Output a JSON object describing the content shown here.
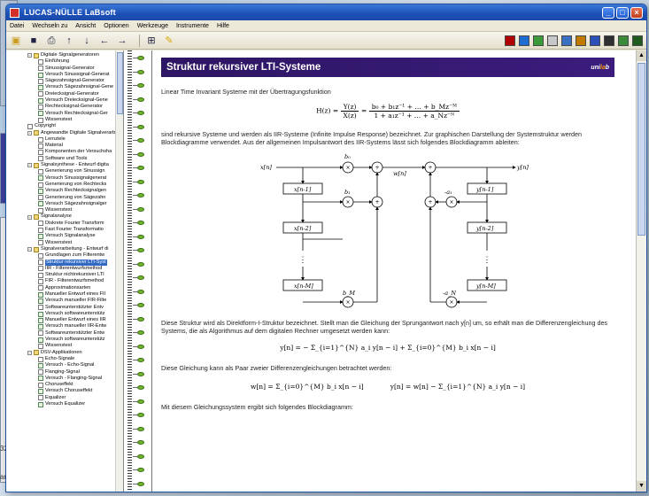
{
  "window": {
    "title": "LUCAS-NÜLLE LaBsoft"
  },
  "menu": [
    "Datei",
    "Wechseln zu",
    "Ansicht",
    "Optionen",
    "Werkzeuge",
    "Instrumente",
    "Hilfe"
  ],
  "toolbar": {
    "left_icons": [
      "folder-icon",
      "save-icon",
      "print-icon",
      "up-icon",
      "down-icon",
      "back-icon",
      "forward-icon",
      "tree-icon",
      "pen-icon"
    ],
    "right_colors": [
      "#b00000",
      "#1f6bd0",
      "#3a9a3a",
      "#c8c8c8",
      "#3a70c0",
      "#c07a00",
      "#2a4fb5",
      "#2f2f2f",
      "#3a8a3a",
      "#1f5a1f"
    ]
  },
  "tree": [
    {
      "level": 0,
      "type": "folder",
      "text": "Digitale Signalgeneratoren",
      "exp": "−"
    },
    {
      "level": 1,
      "type": "page",
      "text": "Einführung"
    },
    {
      "level": 1,
      "type": "page",
      "text": "Sinussignal-Generator"
    },
    {
      "level": 1,
      "type": "check",
      "text": "Versuch Sinussignal-Generat"
    },
    {
      "level": 1,
      "type": "page",
      "text": "Sägezahnsignal-Generator"
    },
    {
      "level": 1,
      "type": "check",
      "text": "Versuch Sägezahnsignal-Gene"
    },
    {
      "level": 1,
      "type": "page",
      "text": "Dreiecksignal-Generator"
    },
    {
      "level": 1,
      "type": "check",
      "text": "Versuch Dreiecksignal-Gene"
    },
    {
      "level": 1,
      "type": "page",
      "text": "Rechtecksignal-Generator"
    },
    {
      "level": 1,
      "type": "check",
      "text": "Versuch Rechtecksignal-Ger"
    },
    {
      "level": 1,
      "type": "page",
      "text": "Wissenstest"
    },
    {
      "level": 0,
      "type": "page",
      "text": "Copyright"
    },
    {
      "level": 0,
      "type": "folder",
      "text": "Angewandte Digitale Signalverarbe",
      "exp": "−"
    },
    {
      "level": 1,
      "type": "page",
      "text": "Lernziele"
    },
    {
      "level": 1,
      "type": "page",
      "text": "Material"
    },
    {
      "level": 1,
      "type": "page",
      "text": "Komponenten der Versuchsha"
    },
    {
      "level": 1,
      "type": "page",
      "text": "Software und Tools"
    },
    {
      "level": 0,
      "type": "folder",
      "text": "Signalsynthese - Entwurf digita",
      "exp": "−"
    },
    {
      "level": 1,
      "type": "page",
      "text": "Generierung von Sinussign"
    },
    {
      "level": 1,
      "type": "check",
      "text": "Versuch Sinussignalgenerat"
    },
    {
      "level": 1,
      "type": "page",
      "text": "Generierung von Rechtecks"
    },
    {
      "level": 1,
      "type": "check",
      "text": "Versuch Rechtecksignalgen"
    },
    {
      "level": 1,
      "type": "page",
      "text": "Generierung von Sägezahn"
    },
    {
      "level": 1,
      "type": "check",
      "text": "Versuch Sägezahnsignalger"
    },
    {
      "level": 1,
      "type": "page",
      "text": "Wissenstest"
    },
    {
      "level": 0,
      "type": "folder",
      "text": "Signalanalyse",
      "exp": "−"
    },
    {
      "level": 1,
      "type": "page",
      "text": "Diskrete Fourier Transform"
    },
    {
      "level": 1,
      "type": "page",
      "text": "Fast Fourier Transformatio"
    },
    {
      "level": 1,
      "type": "check",
      "text": "Versuch Signalanalyse"
    },
    {
      "level": 1,
      "type": "page",
      "text": "Wissenstest"
    },
    {
      "level": 0,
      "type": "folder",
      "text": "Signalverarbeitung - Entwurf di",
      "exp": "−"
    },
    {
      "level": 1,
      "type": "page",
      "text": "Grundlagen zum Filterentw"
    },
    {
      "level": 1,
      "type": "page",
      "text": "Struktur rekursiver LTI-Syst",
      "selected": true
    },
    {
      "level": 1,
      "type": "page",
      "text": "IIR - Filterentwurfsmethod"
    },
    {
      "level": 1,
      "type": "page",
      "text": "Struktur nichtrekursiver LTI"
    },
    {
      "level": 1,
      "type": "page",
      "text": "FIR - Filterentwurfsmethod"
    },
    {
      "level": 1,
      "type": "page",
      "text": "Approximationsarten"
    },
    {
      "level": 1,
      "type": "check",
      "text": "Manueller Entwurf eines FII"
    },
    {
      "level": 1,
      "type": "check",
      "text": "Versuch manueller FIR-Filte"
    },
    {
      "level": 1,
      "type": "page",
      "text": "Softwareunterstützter Entv"
    },
    {
      "level": 1,
      "type": "check",
      "text": "Versuch softwareunterstütz"
    },
    {
      "level": 1,
      "type": "check",
      "text": "Manueller Entwurf eines IIR"
    },
    {
      "level": 1,
      "type": "check",
      "text": "Versuch manueller IIR-Entw"
    },
    {
      "level": 1,
      "type": "page",
      "text": "Softwareunterstützter Entw"
    },
    {
      "level": 1,
      "type": "check",
      "text": "Versuch softwareunterstütz"
    },
    {
      "level": 1,
      "type": "page",
      "text": "Wissenstest"
    },
    {
      "level": 0,
      "type": "folder",
      "text": "DSV-Applikationen",
      "exp": "−"
    },
    {
      "level": 1,
      "type": "page",
      "text": "Echo-Signale"
    },
    {
      "level": 1,
      "type": "check",
      "text": "Versuch - Echo-Signal"
    },
    {
      "level": 1,
      "type": "page",
      "text": "Flanging-Signal"
    },
    {
      "level": 1,
      "type": "check",
      "text": "Versuch - Flanging-Signal"
    },
    {
      "level": 1,
      "type": "page",
      "text": "Choruseffekt"
    },
    {
      "level": 1,
      "type": "check",
      "text": "Versuch Choruseffekt"
    },
    {
      "level": 1,
      "type": "page",
      "text": "Equalizer"
    },
    {
      "level": 1,
      "type": "check",
      "text": "Versuch Equalizer"
    }
  ],
  "doc": {
    "heading": "Struktur rekursiver LTI-Systeme",
    "logo": "unilab",
    "p1": "Linear Time Invariant Systeme mit der Übertragungsfunktion",
    "formula1": {
      "lhs": "H(z) =",
      "num1": "Y(z)",
      "den1": "X(z)",
      "eq": "=",
      "num2": "b₀ + b₁z⁻¹ + … + b_Mz⁻ᴹ",
      "den2": "1 + a₁z⁻¹ + … + a_Nz⁻ᴺ"
    },
    "p2": "sind rekursive Systeme und werden als IIR-Systeme (Infinite Impulse Response) bezeichnet. Zur graphischen Darstellung der Systemstruktur werden Blockdiagramme verwendet. Aus der allgemeinen Impulsantwort des IIR-Systems lässt sich folgendes Blockdiagramm ableiten:",
    "diagram": {
      "x": "x[n]",
      "y": "y[n]",
      "w": "w[n]",
      "left_delays": [
        "x[n-1]",
        "x[n-2]",
        "x[n-M]"
      ],
      "right_delays": [
        "y[n-1]",
        "y[n-2]",
        "y[n-M]"
      ],
      "b": [
        "b₀",
        "b₁",
        "b_M"
      ],
      "a": [
        "-a₁",
        "-a_N"
      ],
      "dots": "⋮"
    },
    "p3": "Diese Struktur wird als Direktform-I-Struktur bezeichnet. Stellt man die Gleichung der Sprungantwort nach y[n] um, so erhält man die Differenzengleichung des Systems, die als Algorithmus auf dem digitalen Rechner umgesetzt werden kann:",
    "formula2": "y[n] = − Σ_{i=1}^{N} a_i y[n − i] + Σ_{i=0}^{M} b_i x[n − i]",
    "p4": "Diese Gleichung kann als Paar zweier Differenzengleichungen betrachtet werden:",
    "formula3a": "w[n] = Σ_{i=0}^{M} b_i x[n − i]",
    "formula3b": "y[n] = w[n] − Σ_{i=1}^{N} a_i y[n − i]",
    "p5": "Mit diesem Gleichungssystem ergibt sich folgendes Blockdiagramm:"
  },
  "background": {
    "num1": "32",
    "num2": "an"
  }
}
